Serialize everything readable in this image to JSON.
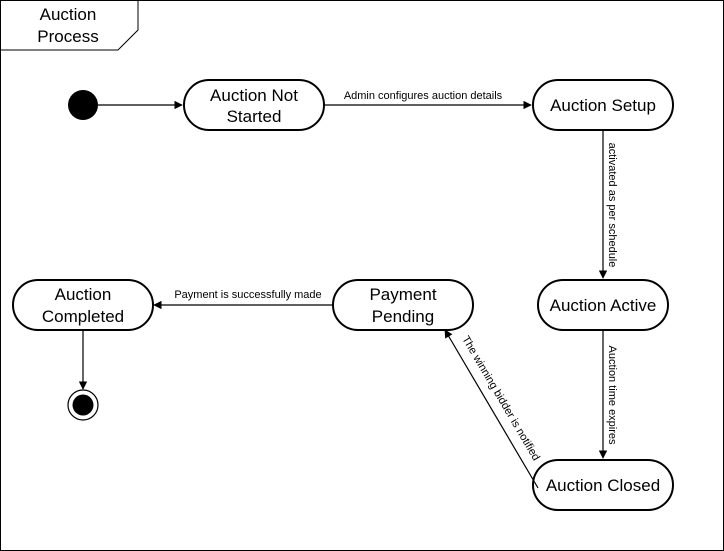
{
  "frame": {
    "title_line1": "Auction",
    "title_line2": "Process"
  },
  "states": {
    "not_started": {
      "line1": "Auction Not",
      "line2": "Started"
    },
    "setup": {
      "label": "Auction Setup"
    },
    "active": {
      "label": "Auction Active"
    },
    "closed": {
      "label": "Auction Closed"
    },
    "payment_pending": {
      "line1": "Payment",
      "line2": "Pending"
    },
    "completed": {
      "line1": "Auction",
      "line2": "Completed"
    }
  },
  "transitions": {
    "configure": "Admin configures auction details",
    "activate": "activated as per schedule",
    "expire": "Auction time expires",
    "notify": "The winning bidder is notified",
    "pay": "Payment is successfully made"
  }
}
